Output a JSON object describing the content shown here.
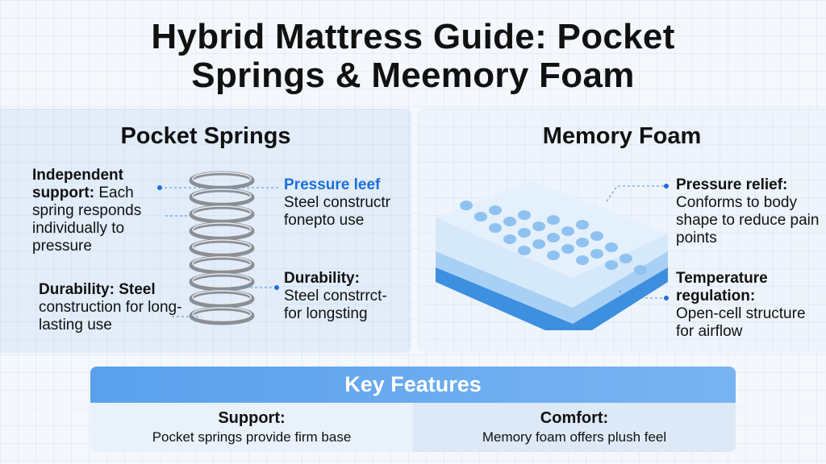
{
  "title_line1": "Hybrid Mattress Guide: Pocket",
  "title_line2": "Springs & Meemory Foam",
  "left": {
    "heading": "Pocket Springs",
    "label1_bold": "Independent support:",
    "label1_text": "Each spring responds individually to pressure",
    "label2_bold": "Durability: Steel",
    "label2_text": "construction for long-lasting use",
    "label3_bold": "Pressure leef",
    "label3_text": "Steel constructr fonepto use",
    "label4_bold": "Durability:",
    "label4_text": "Steel constrrct- for longsting"
  },
  "right": {
    "heading": "Memory Foam",
    "label1_bold": "Pressure relief:",
    "label1_text": "Conforms to body shape to reduce pain points",
    "label2_bold": "Temperature regulation:",
    "label2_text": "Open-cell structure for airflow"
  },
  "key_features": {
    "heading": "Key Features",
    "items": [
      {
        "title": "Support:",
        "text": "Pocket springs provide firm base"
      },
      {
        "title": "Comfort:",
        "text": "Memory foam offers plush feel"
      }
    ]
  },
  "colors": {
    "accent": "#1a6fd8",
    "header": "#5aa0ec"
  }
}
